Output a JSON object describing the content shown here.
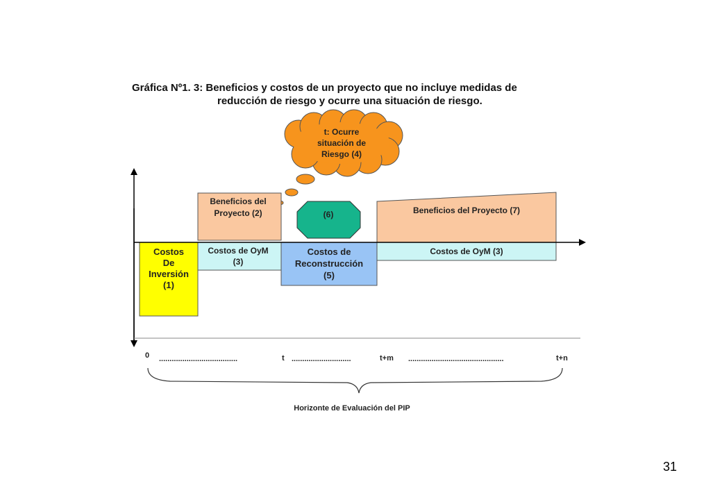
{
  "title": {
    "line1": "Gráfica Nº1. 3: Beneficios y costos de un proyecto que no incluye medidas de",
    "line2": "reducción de riesgo y ocurre una situación de riesgo."
  },
  "cloud": {
    "lines": [
      "t: Ocurre",
      "situación de",
      "Riesgo (4)"
    ],
    "color": "#f7941d"
  },
  "boxes": {
    "costos_inversion": {
      "lines": [
        "Costos",
        "De",
        "Inversión",
        "(1)"
      ],
      "color": "#ffff00"
    },
    "beneficios_2": {
      "lines": [
        "Beneficios del",
        "Proyecto (2)"
      ],
      "color": "#fac8a0"
    },
    "costos_oym_left": {
      "lines": [
        "Costos de OyM",
        "(3)"
      ],
      "color": "#ccf5f5"
    },
    "octagon": {
      "label": "(6)",
      "color": "#16b48c"
    },
    "costos_reconstruccion": {
      "lines": [
        "Costos de",
        "Reconstrucción",
        "(5)"
      ],
      "color": "#99c4f5"
    },
    "beneficios_7": {
      "label": "Beneficios del Proyecto (7)",
      "color": "#fac8a0"
    },
    "costos_oym_right": {
      "label": "Costos de OyM (3)",
      "color": "#ccf5f5"
    }
  },
  "timeline": {
    "labels": [
      "0",
      "t",
      "t+m",
      "t+n"
    ],
    "dots": [
      ".....................................",
      "............................",
      "............................................."
    ]
  },
  "horizon_label": "Horizonte de Evaluación del PIP",
  "page_number": "31"
}
